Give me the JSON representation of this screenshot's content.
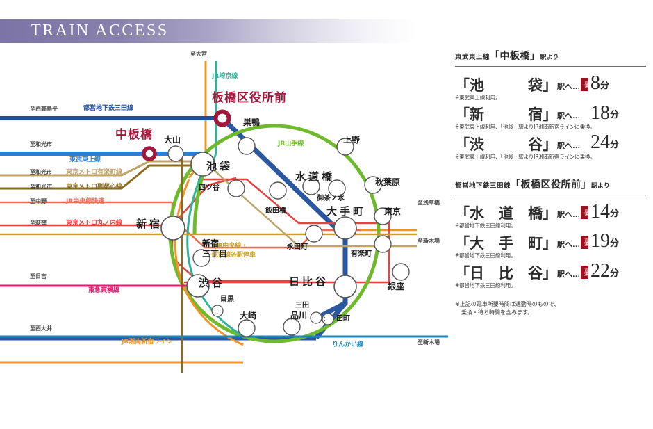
{
  "header": {
    "title": "TRAIN ACCESS",
    "accent": "#7c74a6"
  },
  "map": {
    "lines": [
      {
        "name": "都営地下鉄三田線",
        "color": "#1d4f9e"
      },
      {
        "name": "東武東上線",
        "color": "#2e7fd0"
      },
      {
        "name": "東京メトロ有楽町線",
        "color": "#bfa46a"
      },
      {
        "name": "東京メトロ副都心線",
        "color": "#8a6a20"
      },
      {
        "name": "JR中央線快速",
        "color": "#f06a50"
      },
      {
        "name": "東京メトロ丸ノ内線",
        "color": "#e8413f"
      },
      {
        "name": "JR埼京線",
        "color": "#2fb39a"
      },
      {
        "name": "JR山手線",
        "color": "#6fba2c"
      },
      {
        "name": "JR中央線・\n総武線各駅停車",
        "color": "#c9a227"
      },
      {
        "name": "東急東横線",
        "color": "#e4176c"
      },
      {
        "name": "JR湘南新宿ライン",
        "color": "#f39325"
      },
      {
        "name": "りんかい線",
        "color": "#1b86b8"
      }
    ],
    "line_labels": [
      {
        "text": "都営地下鉄三田線",
        "color": "#1d4f9e"
      },
      {
        "text": "東武東上線",
        "color": "#2e7fd0"
      },
      {
        "text": "東京メトロ有楽町線",
        "color": "#bfa46a"
      },
      {
        "text": "東京メトロ副都心線",
        "color": "#8a6a20"
      },
      {
        "text": "JR中央線快速",
        "color": "#f06a50"
      },
      {
        "text": "東京メトロ丸ノ内線",
        "color": "#e8413f"
      },
      {
        "text": "JR埼京線",
        "color": "#2fb39a"
      },
      {
        "text": "JR山手線",
        "color": "#6fba2c"
      },
      {
        "text": "JR中央線・",
        "color": "#c9a227"
      },
      {
        "text": "総武線各駅停車",
        "color": "#c9a227"
      },
      {
        "text": "東急東横線",
        "color": "#e4176c"
      },
      {
        "text": "JR湘南新宿ライン",
        "color": "#f39325"
      },
      {
        "text": "りんかい線",
        "color": "#1b86b8"
      }
    ],
    "terminals": [
      {
        "text": "至大宮"
      },
      {
        "text": "至西高島平"
      },
      {
        "text": "至和光市"
      },
      {
        "text": "至和光市"
      },
      {
        "text": "至和光市"
      },
      {
        "text": "至中野"
      },
      {
        "text": "至荻窪"
      },
      {
        "text": "至日吉"
      },
      {
        "text": "至西大井"
      },
      {
        "text": "至浅草橋"
      },
      {
        "text": "至新木場"
      },
      {
        "text": "至新木場"
      }
    ],
    "highlight_stations": [
      {
        "name": "板橋区役所前",
        "color": "#a4173c"
      },
      {
        "name": "中板橋",
        "color": "#a4173c"
      }
    ],
    "stations": [
      {
        "name": "巣鴨"
      },
      {
        "name": "上野"
      },
      {
        "name": "大山"
      },
      {
        "name": "池袋"
      },
      {
        "name": "水道橋"
      },
      {
        "name": "秋葉原"
      },
      {
        "name": "四ツ谷"
      },
      {
        "name": "御茶ノ水"
      },
      {
        "name": "東京"
      },
      {
        "name": "飯田橋"
      },
      {
        "name": "大手町"
      },
      {
        "name": "新宿"
      },
      {
        "name": "新宿",
        "name2": "三丁目"
      },
      {
        "name": "永田町"
      },
      {
        "name": "有楽町"
      },
      {
        "name": "渋谷"
      },
      {
        "name": "日比谷"
      },
      {
        "name": "銀座"
      },
      {
        "name": "目黒"
      },
      {
        "name": "三田"
      },
      {
        "name": "大崎"
      },
      {
        "name": "品川"
      },
      {
        "name": "田町"
      }
    ]
  },
  "info": {
    "sections": [
      {
        "head_pre": "東武東上線",
        "head_mid": "「中板橋」",
        "head_post": "駅より",
        "routes": [
          {
            "station": "「池　　　袋」",
            "to": "駅へ…",
            "badge": "直通",
            "has_badge": true,
            "minutes": "8",
            "unit": "分",
            "note": "※東武東上線利用。"
          },
          {
            "station": "「新　　　宿」",
            "to": "駅へ…",
            "badge": "",
            "has_badge": false,
            "minutes": "18",
            "unit": "分",
            "note": "※東武東上線利用、「池袋」駅よりJR湘南新宿ラインに乗換。"
          },
          {
            "station": "「渋　　　谷」",
            "to": "駅へ…",
            "badge": "",
            "has_badge": false,
            "minutes": "24",
            "unit": "分",
            "note": "※東武東上線利用、「池袋」駅よりJR湘南新宿ラインに乗換。"
          }
        ]
      },
      {
        "head_pre": "都営地下鉄三田線",
        "head_mid": "「板橋区役所前」",
        "head_post": "駅より",
        "routes": [
          {
            "station": "「水　道　橋」",
            "to": "駅へ…",
            "badge": "直通",
            "has_badge": true,
            "minutes": "14",
            "unit": "分",
            "note": "※都営地下鉄三田線利用。"
          },
          {
            "station": "「大　手　町」",
            "to": "駅へ…",
            "badge": "直通",
            "has_badge": true,
            "minutes": "19",
            "unit": "分",
            "note": "※都営地下鉄三田線利用。"
          },
          {
            "station": "「日　比　谷」",
            "to": "駅へ…",
            "badge": "直通",
            "has_badge": true,
            "minutes": "22",
            "unit": "分",
            "note": "※都営地下鉄三田線利用。"
          }
        ]
      }
    ],
    "footnote_line1": "※上記の電車所要時間は通勤時のもので、",
    "footnote_line2": "乗換・待ち時間を含みます。"
  }
}
